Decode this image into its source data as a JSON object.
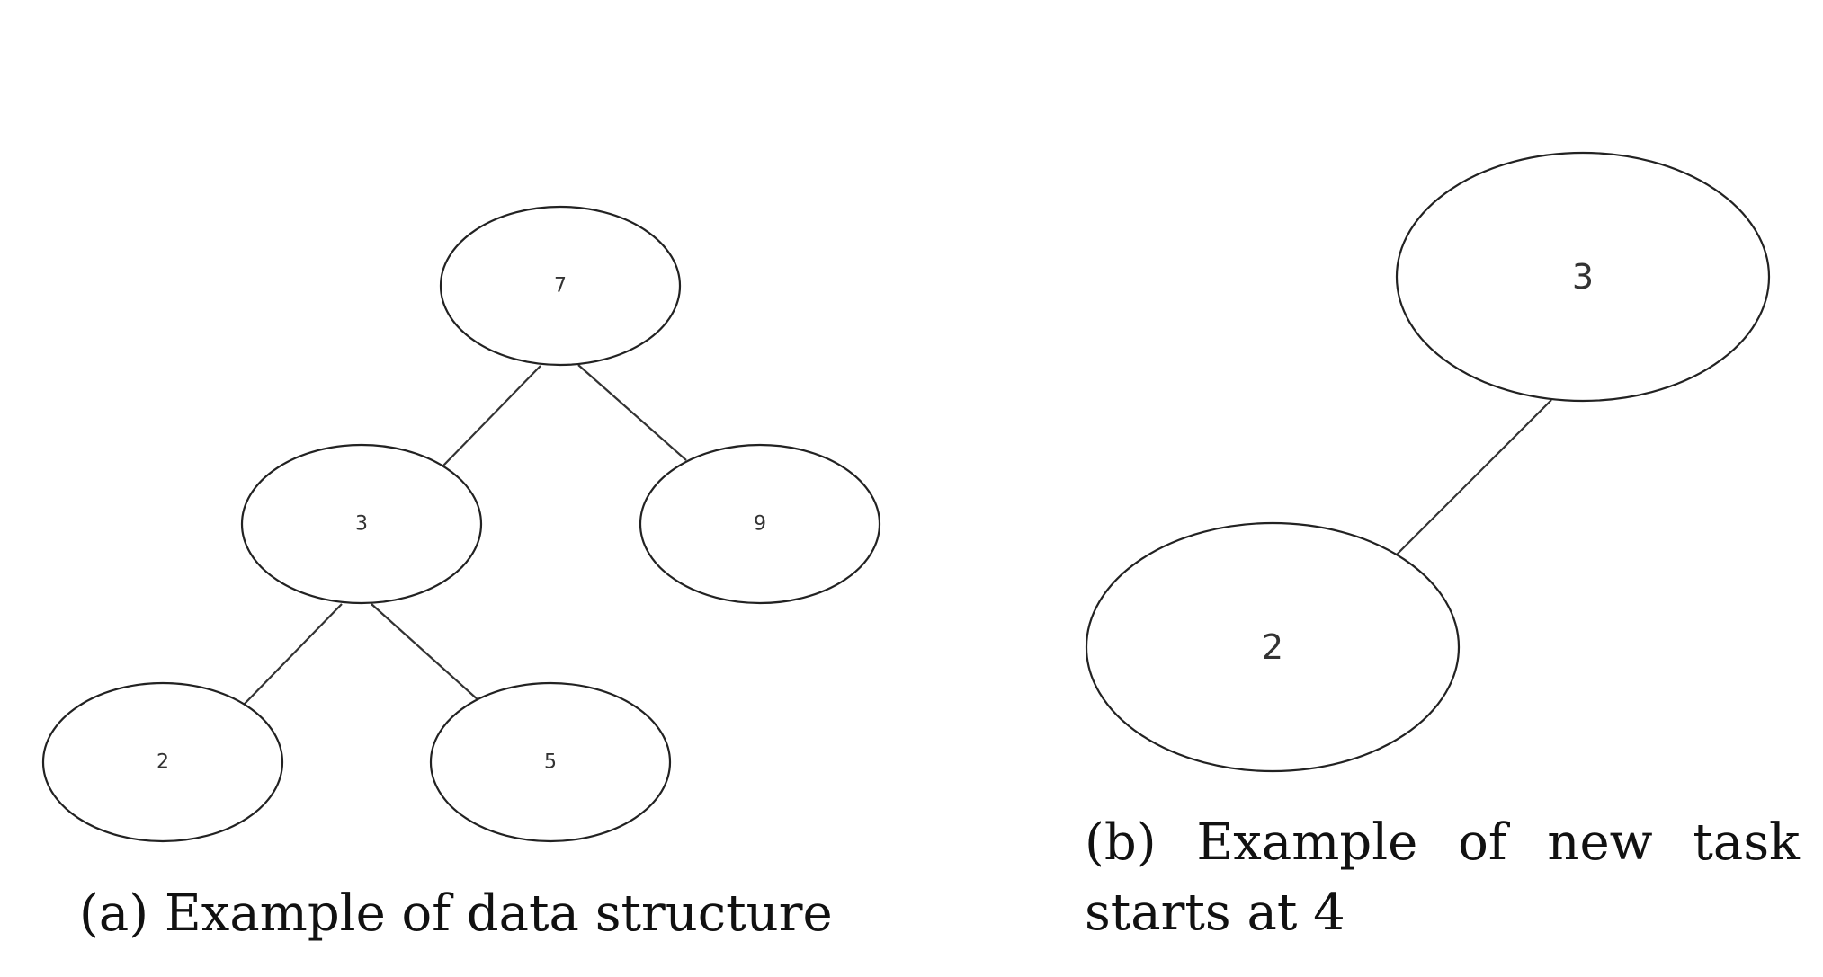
{
  "figure_a": {
    "caption": "(a) Example of data structure",
    "nodes": [
      {
        "id": "a7",
        "label": "7"
      },
      {
        "id": "a3",
        "label": "3"
      },
      {
        "id": "a9",
        "label": "9"
      },
      {
        "id": "a2",
        "label": "2"
      },
      {
        "id": "a5",
        "label": "5"
      }
    ],
    "edges": [
      [
        "a7",
        "a3"
      ],
      [
        "a7",
        "a9"
      ],
      [
        "a3",
        "a2"
      ],
      [
        "a3",
        "a5"
      ]
    ]
  },
  "figure_b": {
    "caption": "(b) Example of new task starts at 4",
    "nodes": [
      {
        "id": "b3",
        "label": "3"
      },
      {
        "id": "b2",
        "label": "2"
      }
    ],
    "edges": [
      [
        "b3",
        "b2"
      ]
    ]
  }
}
